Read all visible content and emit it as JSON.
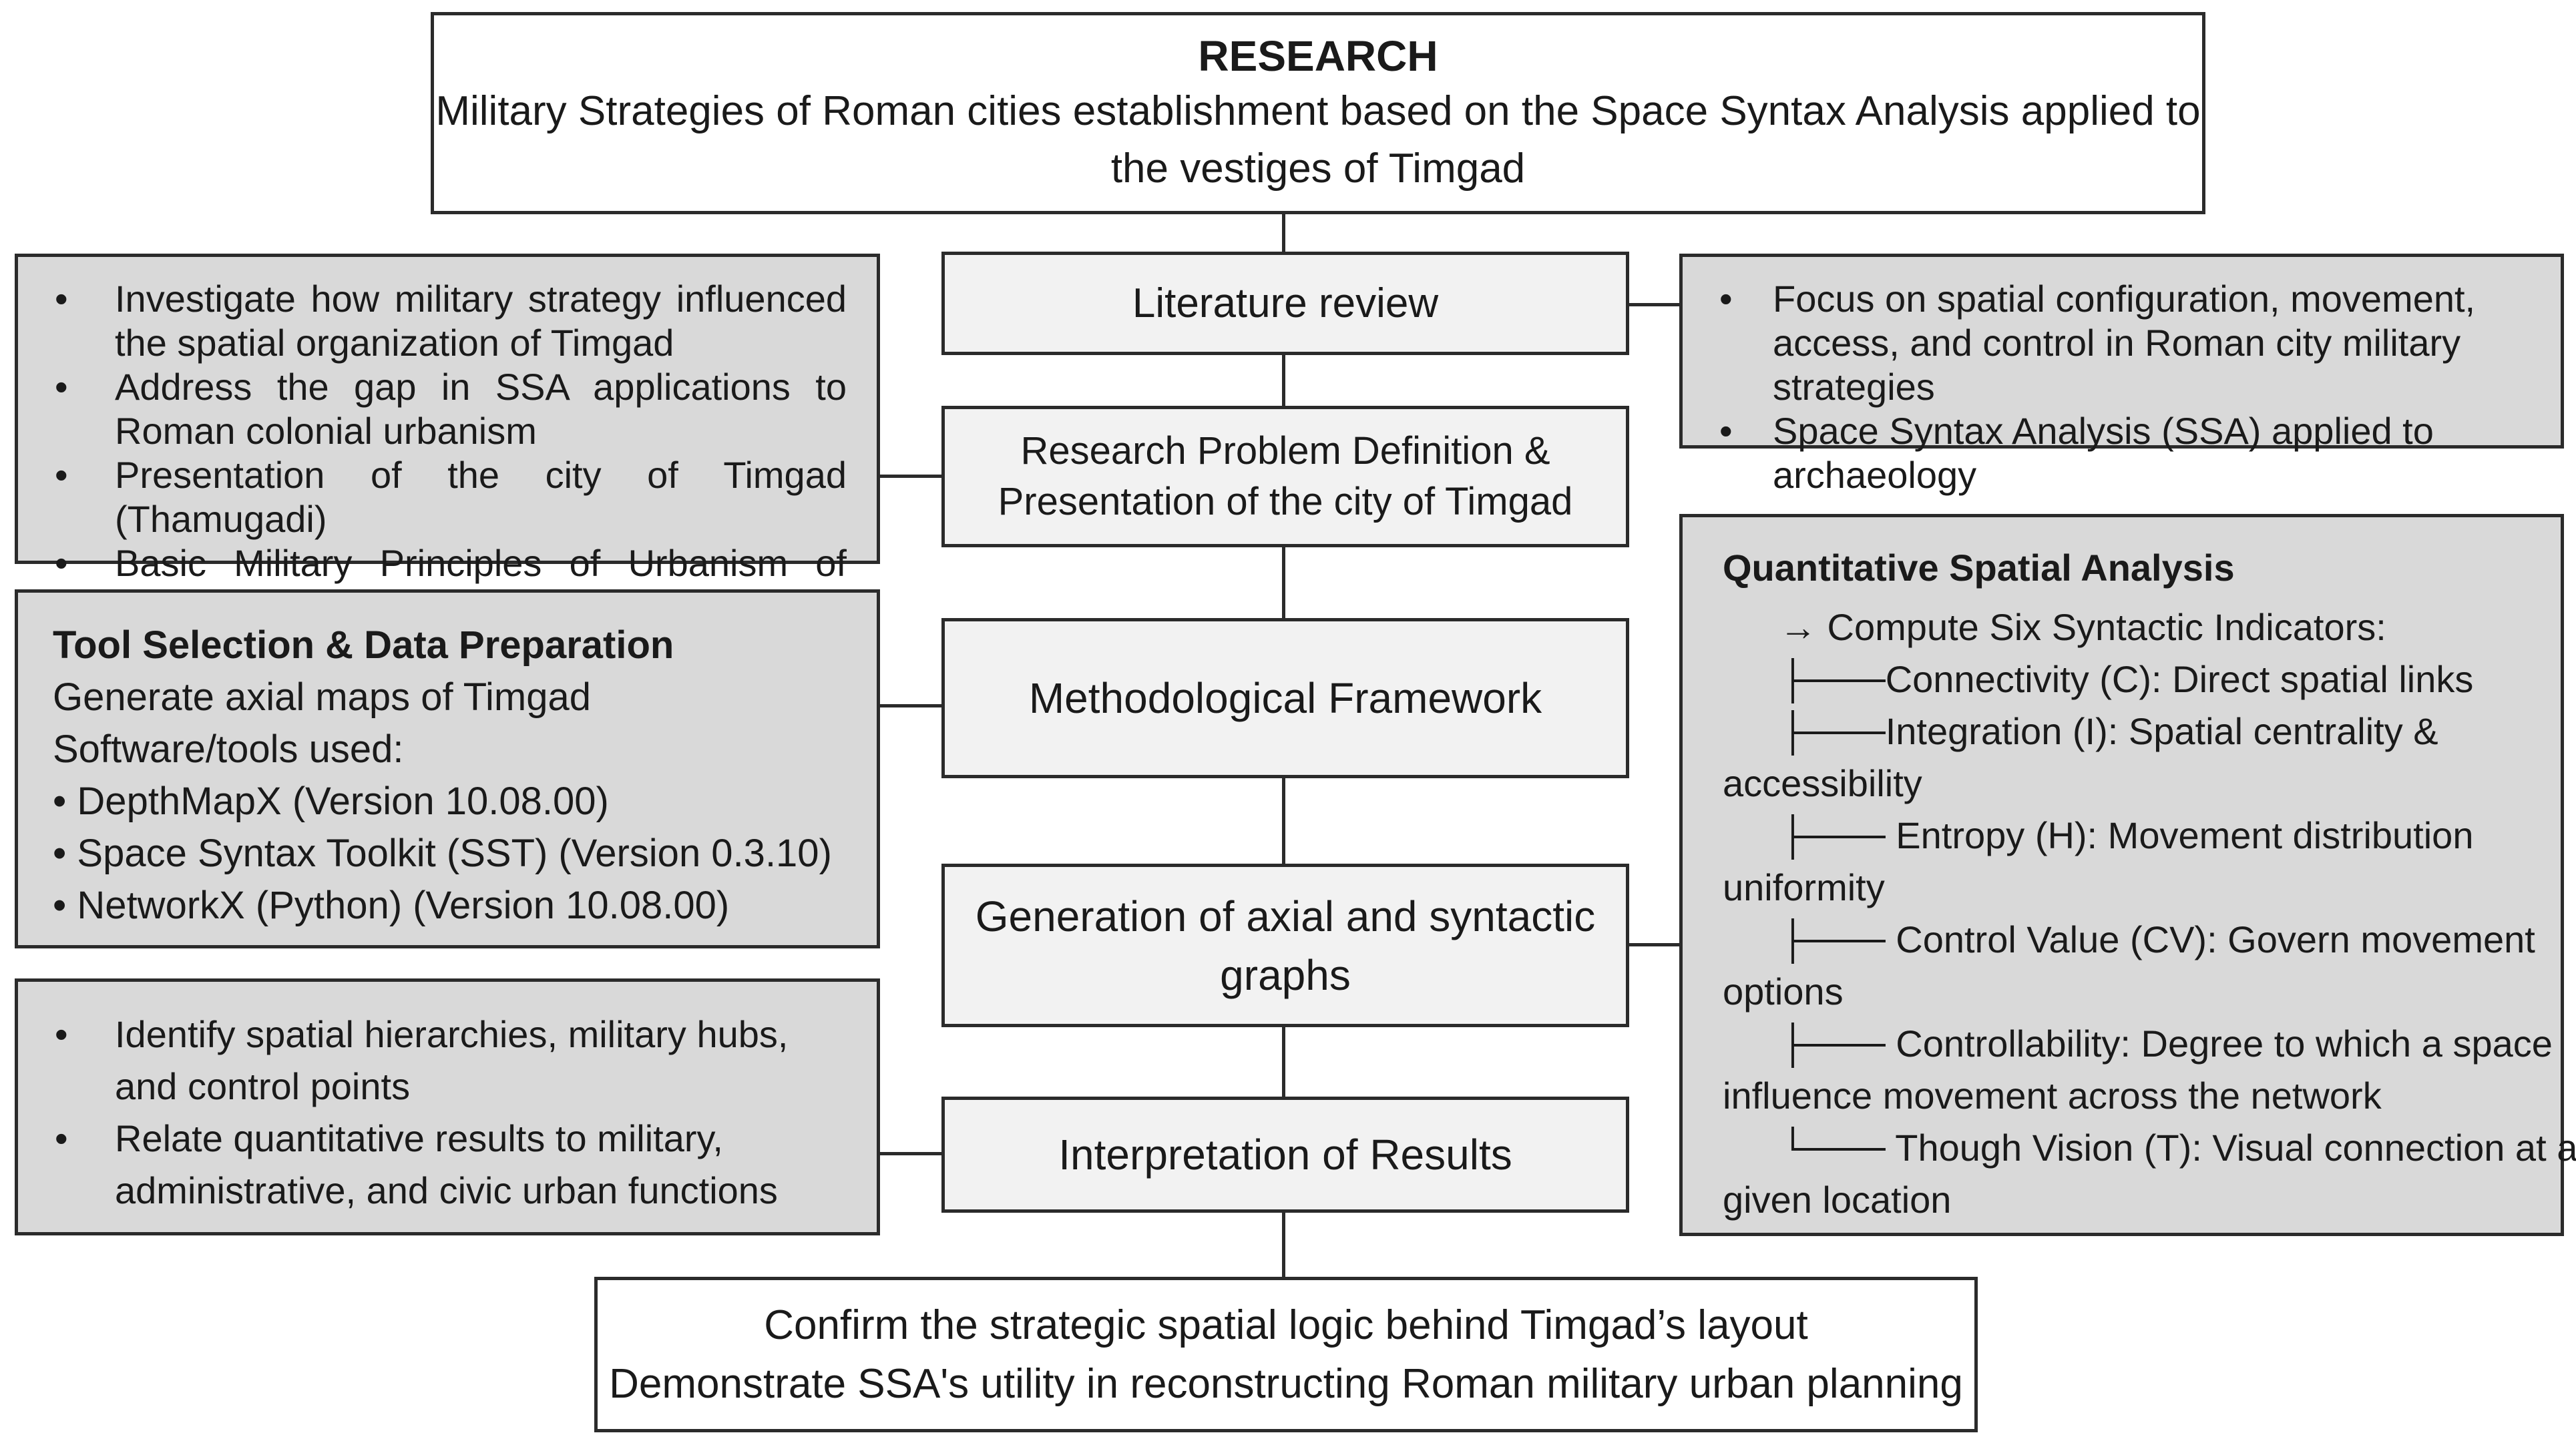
{
  "research": {
    "label": "RESEARCH",
    "title_line1": "Military Strategies of Roman cities establishment based on the Space Syntax Analysis applied to",
    "title_line2": "the vestiges of Timgad"
  },
  "steps": [
    "Literature review",
    "Research Problem Definition &",
    "Presentation of the city of Timgad",
    "Methodological Framework",
    "Generation of axial and syntactic",
    "graphs",
    "Interpretation of Results"
  ],
  "problem_notes": [
    "Investigate how military strategy influenced the spatial organization of Timgad",
    "Address the gap in SSA applications to Roman colonial urbanism",
    "Presentation of the city of Timgad (Thamugadi)",
    "Basic Military Principles of Urbanism of Timgad"
  ],
  "literature_notes": [
    "Focus on spatial configuration, movement, access, and control in Roman city military strategies",
    "Space Syntax Analysis (SSA) applied to archaeology"
  ],
  "tools": {
    "heading": "Tool Selection & Data Preparation",
    "lines": [
      "Generate axial maps of Timgad",
      "Software/tools used:",
      "• DepthMapX (Version 10.08.00)",
      "• Space Syntax Toolkit (SST) (Version 0.3.10)",
      "• NetworkX (Python) (Version 10.08.00)"
    ]
  },
  "interpretation_notes": [
    "Identify spatial hierarchies, military hubs, and control points",
    "Relate quantitative results to military, administrative, and civic urban functions"
  ],
  "quant": {
    "heading": "Quantitative Spatial Analysis",
    "lines": [
      "→ Compute Six Syntactic Indicators:",
      "├───Connectivity (C): Direct spatial links",
      "├───Integration (I): Spatial centrality &",
      "accessibility",
      "├─── Entropy (H): Movement distribution",
      "uniformity",
      "├─── Control Value (CV): Govern movement",
      "options",
      "├─── Controllability: Degree to which a space",
      "influence movement across the network",
      "└─── Though Vision (T): Visual connection at a",
      "given location"
    ]
  },
  "outcome": {
    "line1": "Confirm the strategic spatial logic behind Timgad’s layout",
    "line2": "Demonstrate SSA's utility in reconstructing Roman military urban planning"
  }
}
